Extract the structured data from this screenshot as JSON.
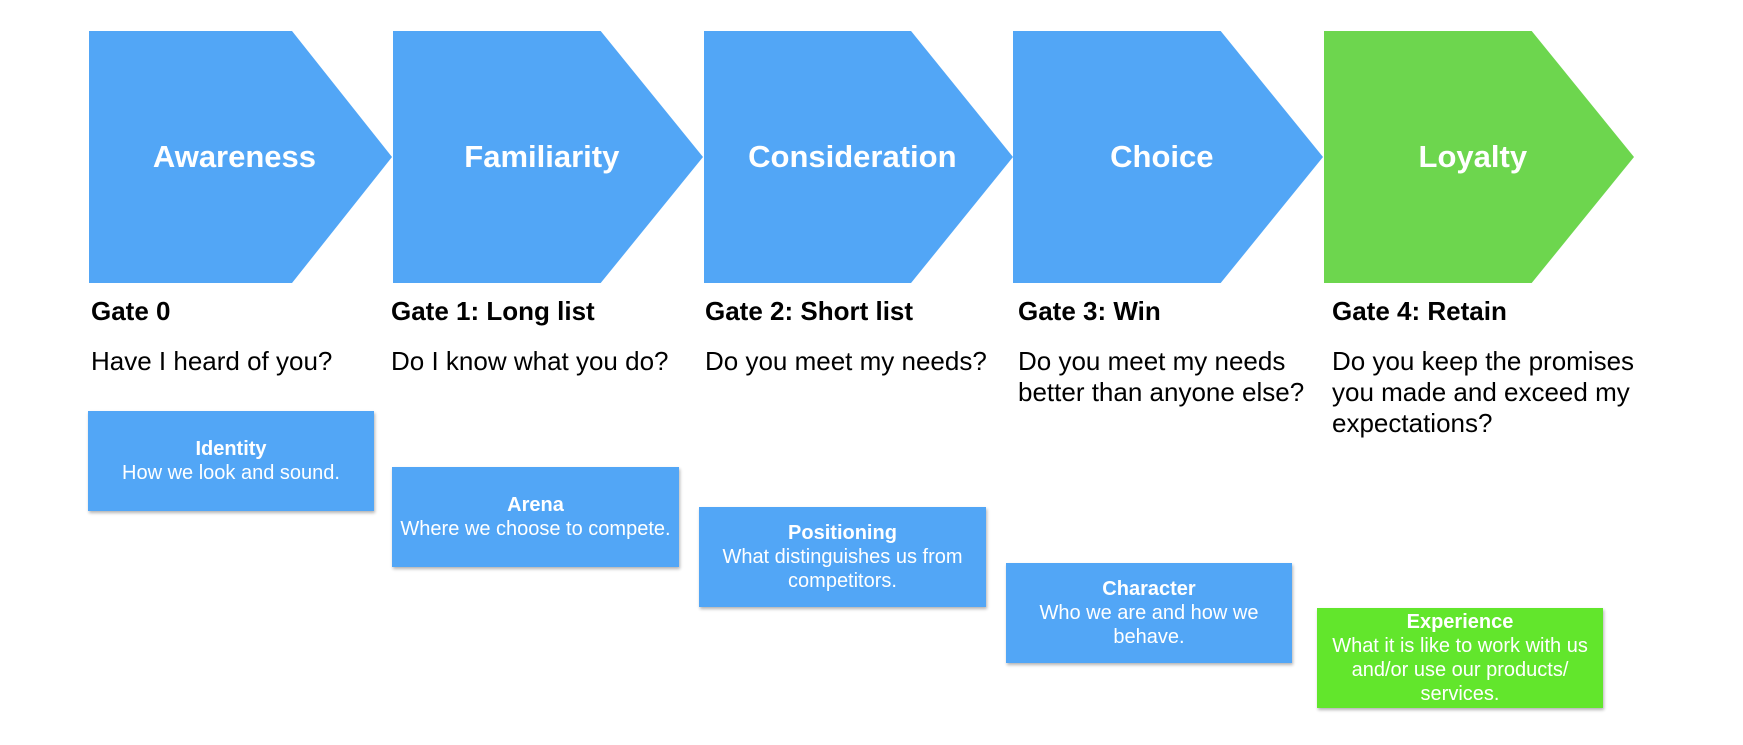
{
  "colors": {
    "blue": "#52a6f6",
    "green_chevron": "#6dd64e",
    "green_card": "#62e62c",
    "text": "#000000",
    "label": "#ffffff"
  },
  "stages": [
    {
      "name": "Awareness",
      "gate": "Gate 0",
      "question": "Have I heard of you?",
      "card_title": "Identity",
      "card_text": "How we look and sound.",
      "color": "#52a6f6"
    },
    {
      "name": "Familiarity",
      "gate": "Gate 1: Long list",
      "question": "Do I know what you do?",
      "card_title": "Arena",
      "card_text": "Where we choose to compete.",
      "color": "#52a6f6"
    },
    {
      "name": "Consideration",
      "gate": "Gate 2: Short list",
      "question": "Do you meet my needs?",
      "card_title": "Positioning",
      "card_text": "What distinguishes us from competitors.",
      "color": "#52a6f6"
    },
    {
      "name": "Choice",
      "gate": "Gate 3: Win",
      "question": "Do you meet my needs better than anyone else?",
      "card_title": "Character",
      "card_text": "Who we are and how we behave.",
      "color": "#52a6f6"
    },
    {
      "name": "Loyalty",
      "gate": "Gate 4: Retain",
      "question": "Do you keep the promises you made and exceed my expectations?",
      "card_title": "Experience",
      "card_text": "What it is like to work with us and/or use our products/ services.",
      "color": "#6dd64e",
      "card_color": "#62e62c"
    }
  ]
}
